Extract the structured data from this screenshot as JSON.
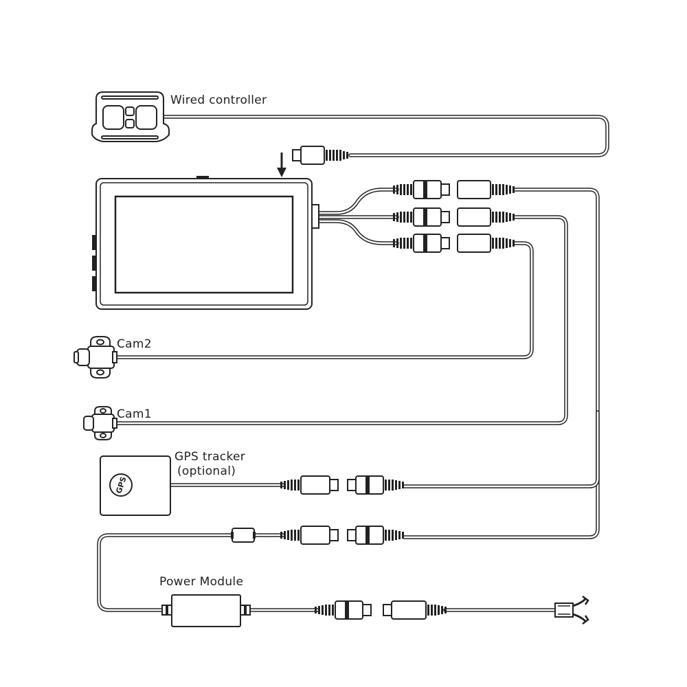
{
  "labels": {
    "wired_controller": "Wired controller",
    "cam2": "Cam2",
    "cam1": "Cam1",
    "gps_line1": "GPS tracker",
    "gps_line2": "(optional)",
    "power_module": "Power Module",
    "gps_puck": "GPS"
  },
  "colors": {
    "line": "#222222",
    "background": "#ffffff"
  },
  "icons": [
    "wired-controller-icon",
    "dvr-monitor-icon",
    "camera-icon",
    "gps-puck-icon",
    "power-module-icon",
    "arrow-down-icon",
    "spade-terminal-icon"
  ]
}
